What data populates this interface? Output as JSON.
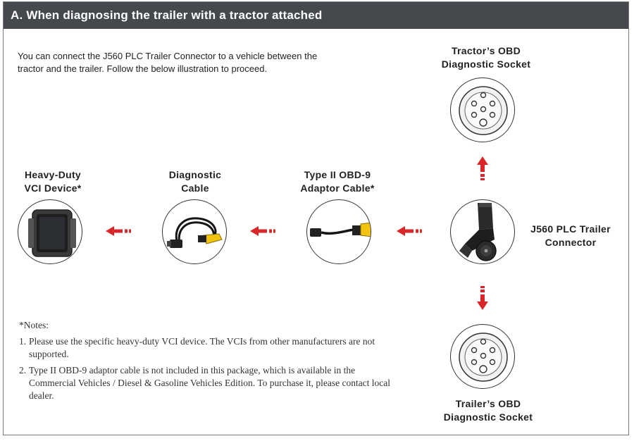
{
  "header": {
    "title": "A. When diagnosing the trailer with a tractor attached"
  },
  "intro": "You can connect the J560 PLC Trailer Connector to a vehicle between the tractor and the trailer. Follow the below illustration to proceed.",
  "labels": {
    "vci_device": [
      "Heavy-Duty",
      "VCI Device*"
    ],
    "diagnostic_cable": [
      "Diagnostic",
      "Cable"
    ],
    "adaptor_cable": [
      "Type II OBD-9",
      "Adaptor Cable*"
    ],
    "tractor_socket": [
      "Tractor’s OBD",
      "Diagnostic Socket"
    ],
    "trailer_connector": [
      "J560 PLC Trailer",
      "Connector"
    ],
    "trailer_socket": [
      "Trailer’s OBD",
      "Diagnostic Socket"
    ]
  },
  "notes": {
    "title": "*Notes:",
    "items": [
      {
        "num": "1.",
        "text": "Please use the specific heavy-duty VCI device. The VCIs from other manufacturers are not supported."
      },
      {
        "num": "2.",
        "text": "Type II OBD-9 adaptor cable is not included in this package, which is available in the Commercial Vehicles / Diesel & Gasoline Vehicles Edition. To purchase it, please contact local dealer."
      }
    ]
  },
  "colors": {
    "header_bg": "#45494d",
    "arrow": "#d9262b",
    "cable_yellow": "#f2c40f"
  },
  "icons": [
    "vci-device-icon",
    "diagnostic-cable-icon",
    "adaptor-cable-icon",
    "trailer-connector-icon",
    "obd-socket-icon",
    "red-arrow-icon"
  ]
}
